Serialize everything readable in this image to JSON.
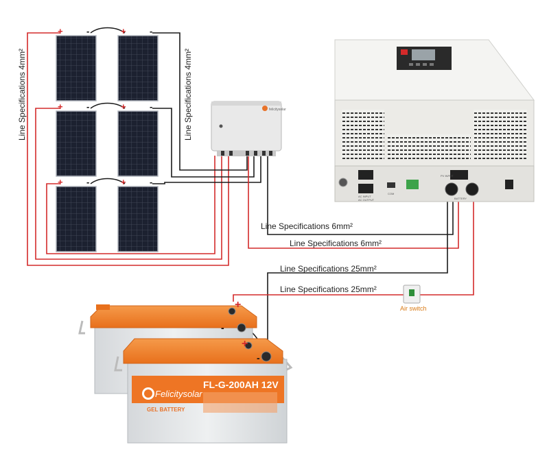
{
  "labels": {
    "pv_line_left": "Line Specifications 4mm²",
    "pv_line_right": "Line Specifications 4mm²",
    "pv_to_inverter_a": "Line Specifications 6mm²",
    "pv_to_inverter_b": "Line Specifications 6mm²",
    "battery_line_a": "Line Specifications 25mm²",
    "battery_line_b": "Line Specifications 25mm²",
    "air_switch": "Air switch"
  },
  "combiner": {
    "brand": "felicitysolar"
  },
  "battery": {
    "brand": "Felicitysolar",
    "model": "FL-G-200AH 12V",
    "type": "GEL BATTERY"
  },
  "inverter": {
    "ports": [
      "AC INPUT",
      "AC OUTPUT",
      "COM",
      "PV INPUT",
      "BATTERY"
    ]
  },
  "polarity": {
    "plus": "+",
    "minus": "-"
  },
  "colors": {
    "positive_wire": "#d42a2a",
    "negative_wire": "#1a1a1a",
    "battery_lid": "#f07a22",
    "panel": "#1c2130",
    "inverter_body": "#eeeeea"
  }
}
